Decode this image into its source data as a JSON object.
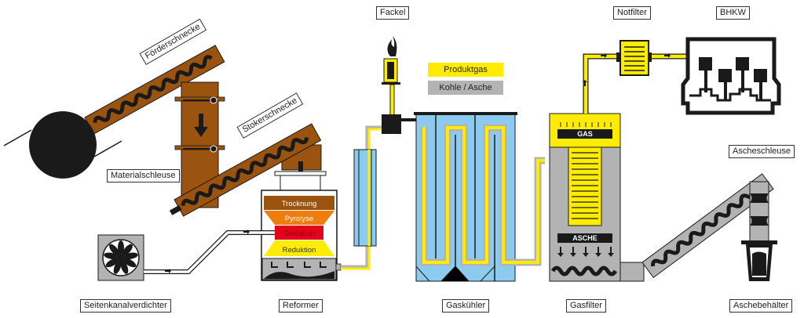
{
  "diagram": {
    "title": "Holzvergaser-Anlage Prozessschema",
    "labels": {
      "foerderschnecke": "Förderschnecke",
      "materialschleuse": "Materialschleuse",
      "stokerschnecke": "Stokerschnecke",
      "seitenkanalverdichter": "Seitenkanalverdichter",
      "reformer": "Reformer",
      "fackel": "Fackel",
      "gaskuehler": "Gaskühler",
      "gasfilter": "Gasfilter",
      "notfilter": "Notfilter",
      "bhkw": "BHKW",
      "ascheschleuse": "Ascheschleuse",
      "aschebehaelter": "Aschebehälter"
    },
    "reformer_zones": [
      {
        "name": "Trocknung",
        "color": "#9a5410",
        "text_color": "#ffffff"
      },
      {
        "name": "Pyrolyse",
        "color": "#ee7d0e",
        "text_color": "#ffffff"
      },
      {
        "name": "Oxidation",
        "color": "#e3051b",
        "text_color": "#8a0010"
      },
      {
        "name": "Reduktion",
        "color": "#ffec00",
        "text_color": "#333333"
      }
    ],
    "filter_labels": {
      "gas": "GAS",
      "ash": "ASCHE"
    },
    "legend": [
      {
        "label": "Produktgas",
        "color": "#ffec00"
      },
      {
        "label": "Kohle / Asche",
        "color": "#b3b3b3"
      }
    ],
    "colors": {
      "wood": "#9a5410",
      "gas": "#ffec00",
      "ash": "#b3b3b3",
      "water": "#8ccbef",
      "dark": "#1a1a1a"
    }
  }
}
